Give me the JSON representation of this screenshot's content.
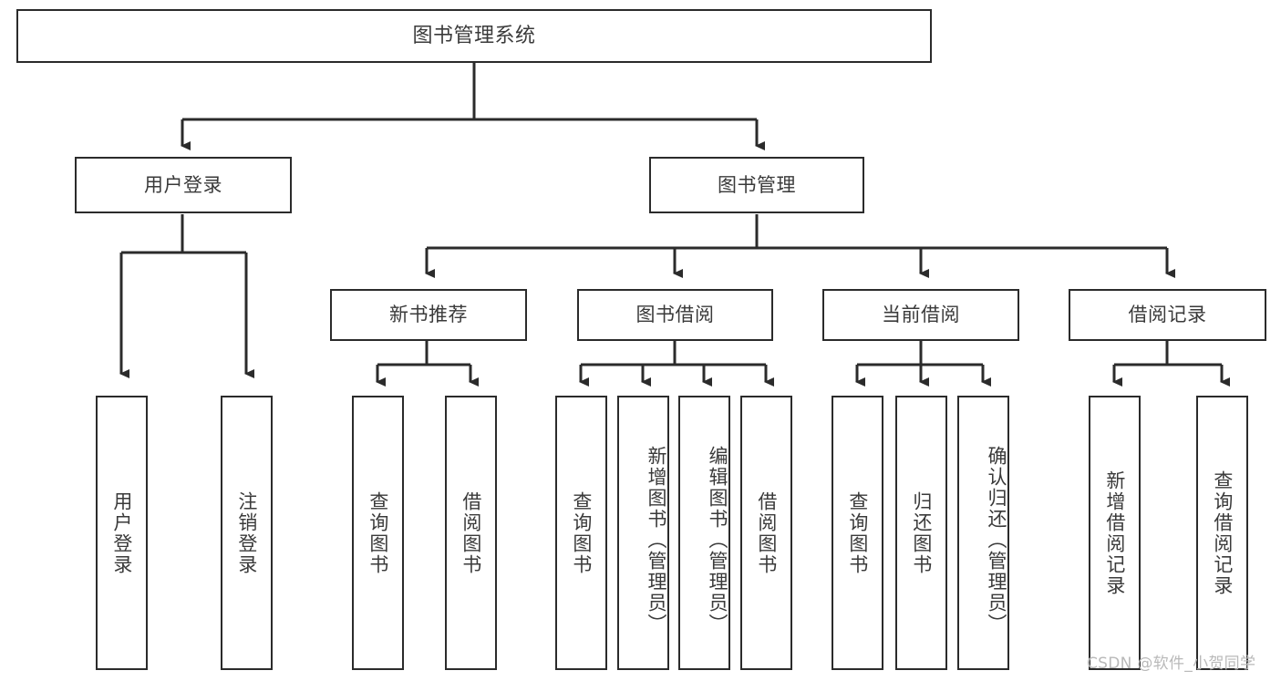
{
  "diagram": {
    "title": "图书管理系统",
    "type": "tree",
    "watermark": "CSDN @软件_小贺同学",
    "colors": {
      "box_border": "#2b2b2b",
      "box_fill": "#ffffff",
      "text": "#3a3a3a",
      "connector": "#2b2b2b",
      "watermark": "#b9b9b9",
      "background": "#ffffff"
    },
    "root": {
      "label": "图书管理系统"
    },
    "level1": [
      {
        "label": "用户登录"
      },
      {
        "label": "图书管理"
      }
    ],
    "level2": [
      {
        "label": "新书推荐"
      },
      {
        "label": "图书借阅"
      },
      {
        "label": "当前借阅"
      },
      {
        "label": "借阅记录"
      }
    ],
    "leaves": {
      "user_login": [
        {
          "label": "用户登录"
        },
        {
          "label": "注销登录"
        }
      ],
      "new_book_recommend": [
        {
          "label": "查询图书"
        },
        {
          "label": "借阅图书"
        }
      ],
      "book_borrow": [
        {
          "label": "查询图书"
        },
        {
          "label": "新增图书（管理员）"
        },
        {
          "label": "编辑图书（管理员）"
        },
        {
          "label": "借阅图书"
        }
      ],
      "current_borrow": [
        {
          "label": "查询图书"
        },
        {
          "label": "归还图书"
        },
        {
          "label": "确认归还（管理员）"
        }
      ],
      "borrow_record": [
        {
          "label": "新增借阅记录"
        },
        {
          "label": "查询借阅记录"
        }
      ]
    }
  }
}
